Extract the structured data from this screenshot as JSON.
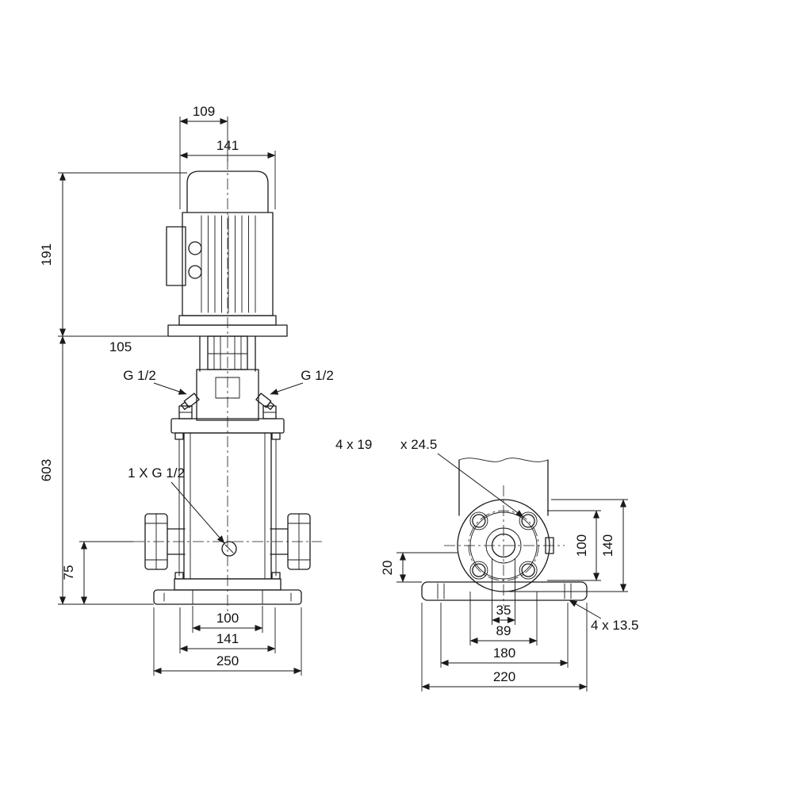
{
  "app": {
    "type": "technical-dimension-drawing",
    "subject": "Vertical multistage centrifugal pump, front elevation and side base/flange view",
    "units": "mm"
  },
  "front_view": {
    "dim_fan_width": "109",
    "dim_motor_width": "141",
    "dim_motor_height": "191",
    "dim_105": "105",
    "dim_pump_height": "603",
    "port_left_label": "G 1/2",
    "port_right_label": "G 1/2",
    "drain_label": "1 X G 1/2",
    "dim_port_height": "75",
    "dim_pedestal_width": "100",
    "dim_chamber_width": "141",
    "dim_base_width": "250"
  },
  "side_view": {
    "flange_holes_label": "4 x 19",
    "spotface_label": "x 24.5",
    "dim_20": "20",
    "dim_bolt_circle": "100",
    "dim_flange_od": "140",
    "dim_bore": "35",
    "dim_hub": "89",
    "dim_bolt_span": "180",
    "dim_base_width": "220",
    "base_holes_label": "4  x  13.5"
  },
  "colors": {
    "line": "#1a1a1a",
    "background": "#ffffff"
  }
}
